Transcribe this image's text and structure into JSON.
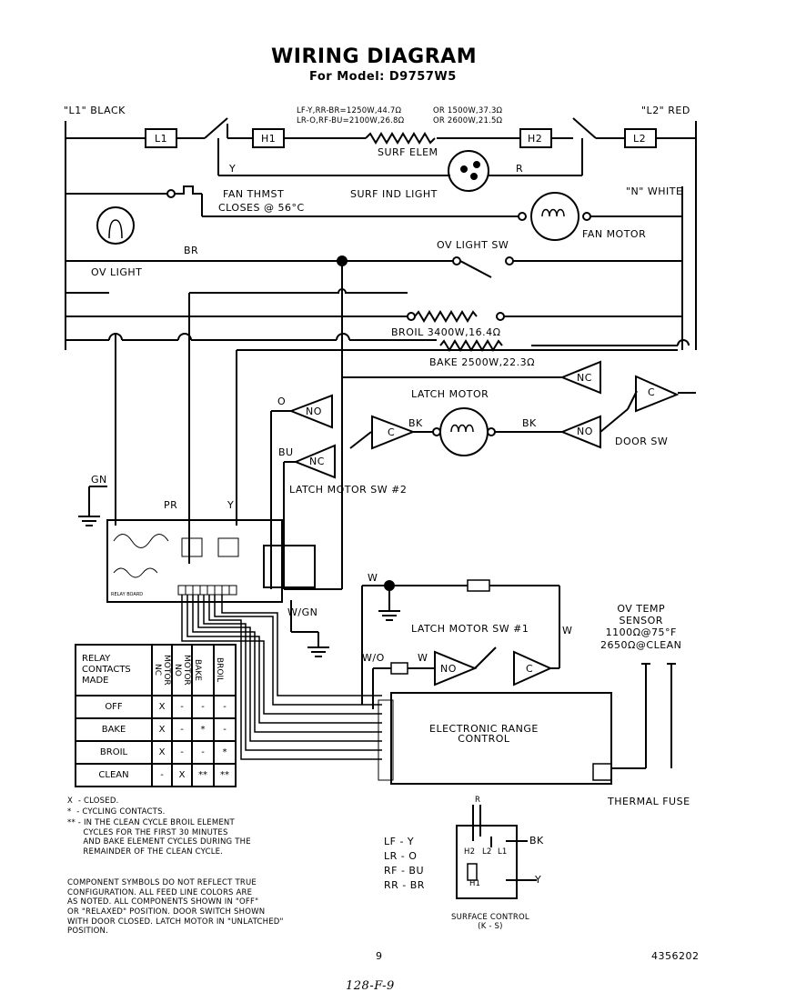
{
  "title": "WIRING DIAGRAM",
  "subtitle": "For Model: D9757W5",
  "lines": {
    "l1": "\"L1\" BLACK",
    "l2": "\"L2\" RED",
    "n": "\"N\" WHITE"
  },
  "ratings": {
    "row1_left": "LF-Y,RR-BR=1250W,44.7Ω",
    "row1_right": "OR 1500W,37.3Ω",
    "row2_left": "LR-O,RF-BU=2100W,26.8Ω",
    "row2_right": "OR 2600W,21.5Ω"
  },
  "components": {
    "l1_box": "L1",
    "h1_box": "H1",
    "h2_box": "H2",
    "l2_box": "L2",
    "surf_elem": "SURF ELEM",
    "surf_ind_light": "SURF IND LIGHT",
    "fan_thmst": "FAN THMST",
    "fan_closes": "CLOSES @ 56°C",
    "fan_motor": "FAN MOTOR",
    "ov_light": "OV LIGHT",
    "ov_light_sw": "OV LIGHT SW",
    "broil": "BROIL 3400W,16.4Ω",
    "bake": "BAKE 2500W,22.3Ω",
    "latch_motor": "LATCH MOTOR",
    "door_sw": "DOOR SW",
    "latch_motor_sw2": "LATCH MOTOR SW #2",
    "latch_motor_sw1": "LATCH MOTOR SW #1",
    "erc": "ELECTRONIC RANGE\nCONTROL",
    "ov_temp_sensor": "OV TEMP\nSENSOR\n1100Ω@75°F\n2650Ω@CLEAN",
    "thermal_fuse": "THERMAL FUSE",
    "surface_control": "SURFACE CONTROL\n(K - S)",
    "relay_board": "RELAY BOARD",
    "nc": "NC",
    "no": "NO",
    "c": "C"
  },
  "wire_labels": {
    "y": "Y",
    "r": "R",
    "br": "BR",
    "bk": "BK",
    "o": "O",
    "bu": "BU",
    "gn": "GN",
    "pr": "PR",
    "w": "W",
    "w_gn": "W/GN",
    "w_o": "W/O"
  },
  "surface_code_list": [
    "LF - Y",
    "LR - O",
    "RF - BU",
    "RR - BR"
  ],
  "surface_control_terms": {
    "h2": "H2",
    "l2": "L2",
    "l1": "L1",
    "h1": "H1",
    "bk": "BK",
    "y": "Y",
    "r": "R"
  },
  "relay_table": {
    "header": [
      "RELAY\nCONTACTS\nMADE",
      "MOTOR\nNC",
      "MOTOR\nNO",
      "BAKE",
      "BROIL"
    ],
    "rows": [
      [
        "OFF",
        "X",
        "-",
        "-",
        "-"
      ],
      [
        "BAKE",
        "X",
        "-",
        "*",
        "-"
      ],
      [
        "BROIL",
        "X",
        "-",
        "-",
        "*"
      ],
      [
        "CLEAN",
        "-",
        "X",
        "**",
        "**"
      ]
    ]
  },
  "legend": [
    "X  - CLOSED.",
    "*  - CYCLING CONTACTS.",
    "** - IN THE CLEAN CYCLE BROIL ELEMENT\n      CYCLES FOR THE FIRST 30 MINUTES\n      AND BAKE ELEMENT CYCLES DURING THE\n      REMAINDER OF THE CLEAN CYCLE."
  ],
  "note": "COMPONENT SYMBOLS DO NOT REFLECT TRUE\nCONFIGURATION. ALL FEED LINE COLORS ARE\nAS NOTED. ALL COMPONENTS SHOWN IN \"OFF\"\nOR \"RELAXED\" POSITION. DOOR SWITCH SHOWN\nWITH DOOR CLOSED. LATCH MOTOR IN \"UNLATCHED\"\nPOSITION.",
  "page_number": "9",
  "doc_number": "4356202",
  "handwritten": "128-F-9"
}
